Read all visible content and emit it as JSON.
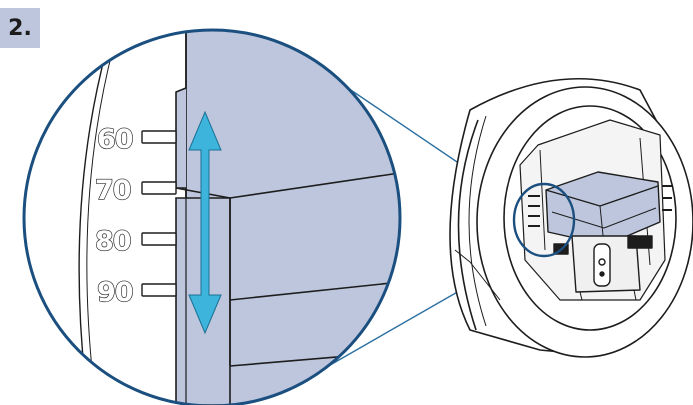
{
  "step": {
    "label": "2."
  },
  "scale": {
    "marks": [
      "60",
      "70",
      "80",
      "90"
    ]
  },
  "colors": {
    "panel_fill": "#bdc6dd",
    "arrow_fill": "#3cb4dc",
    "circle_stroke": "#1b4f7f",
    "callout_line": "#2a6fa1",
    "line_dark": "#1d1d1d"
  },
  "icons": {
    "adjust_arrow": "double-headed-vertical-arrow"
  }
}
